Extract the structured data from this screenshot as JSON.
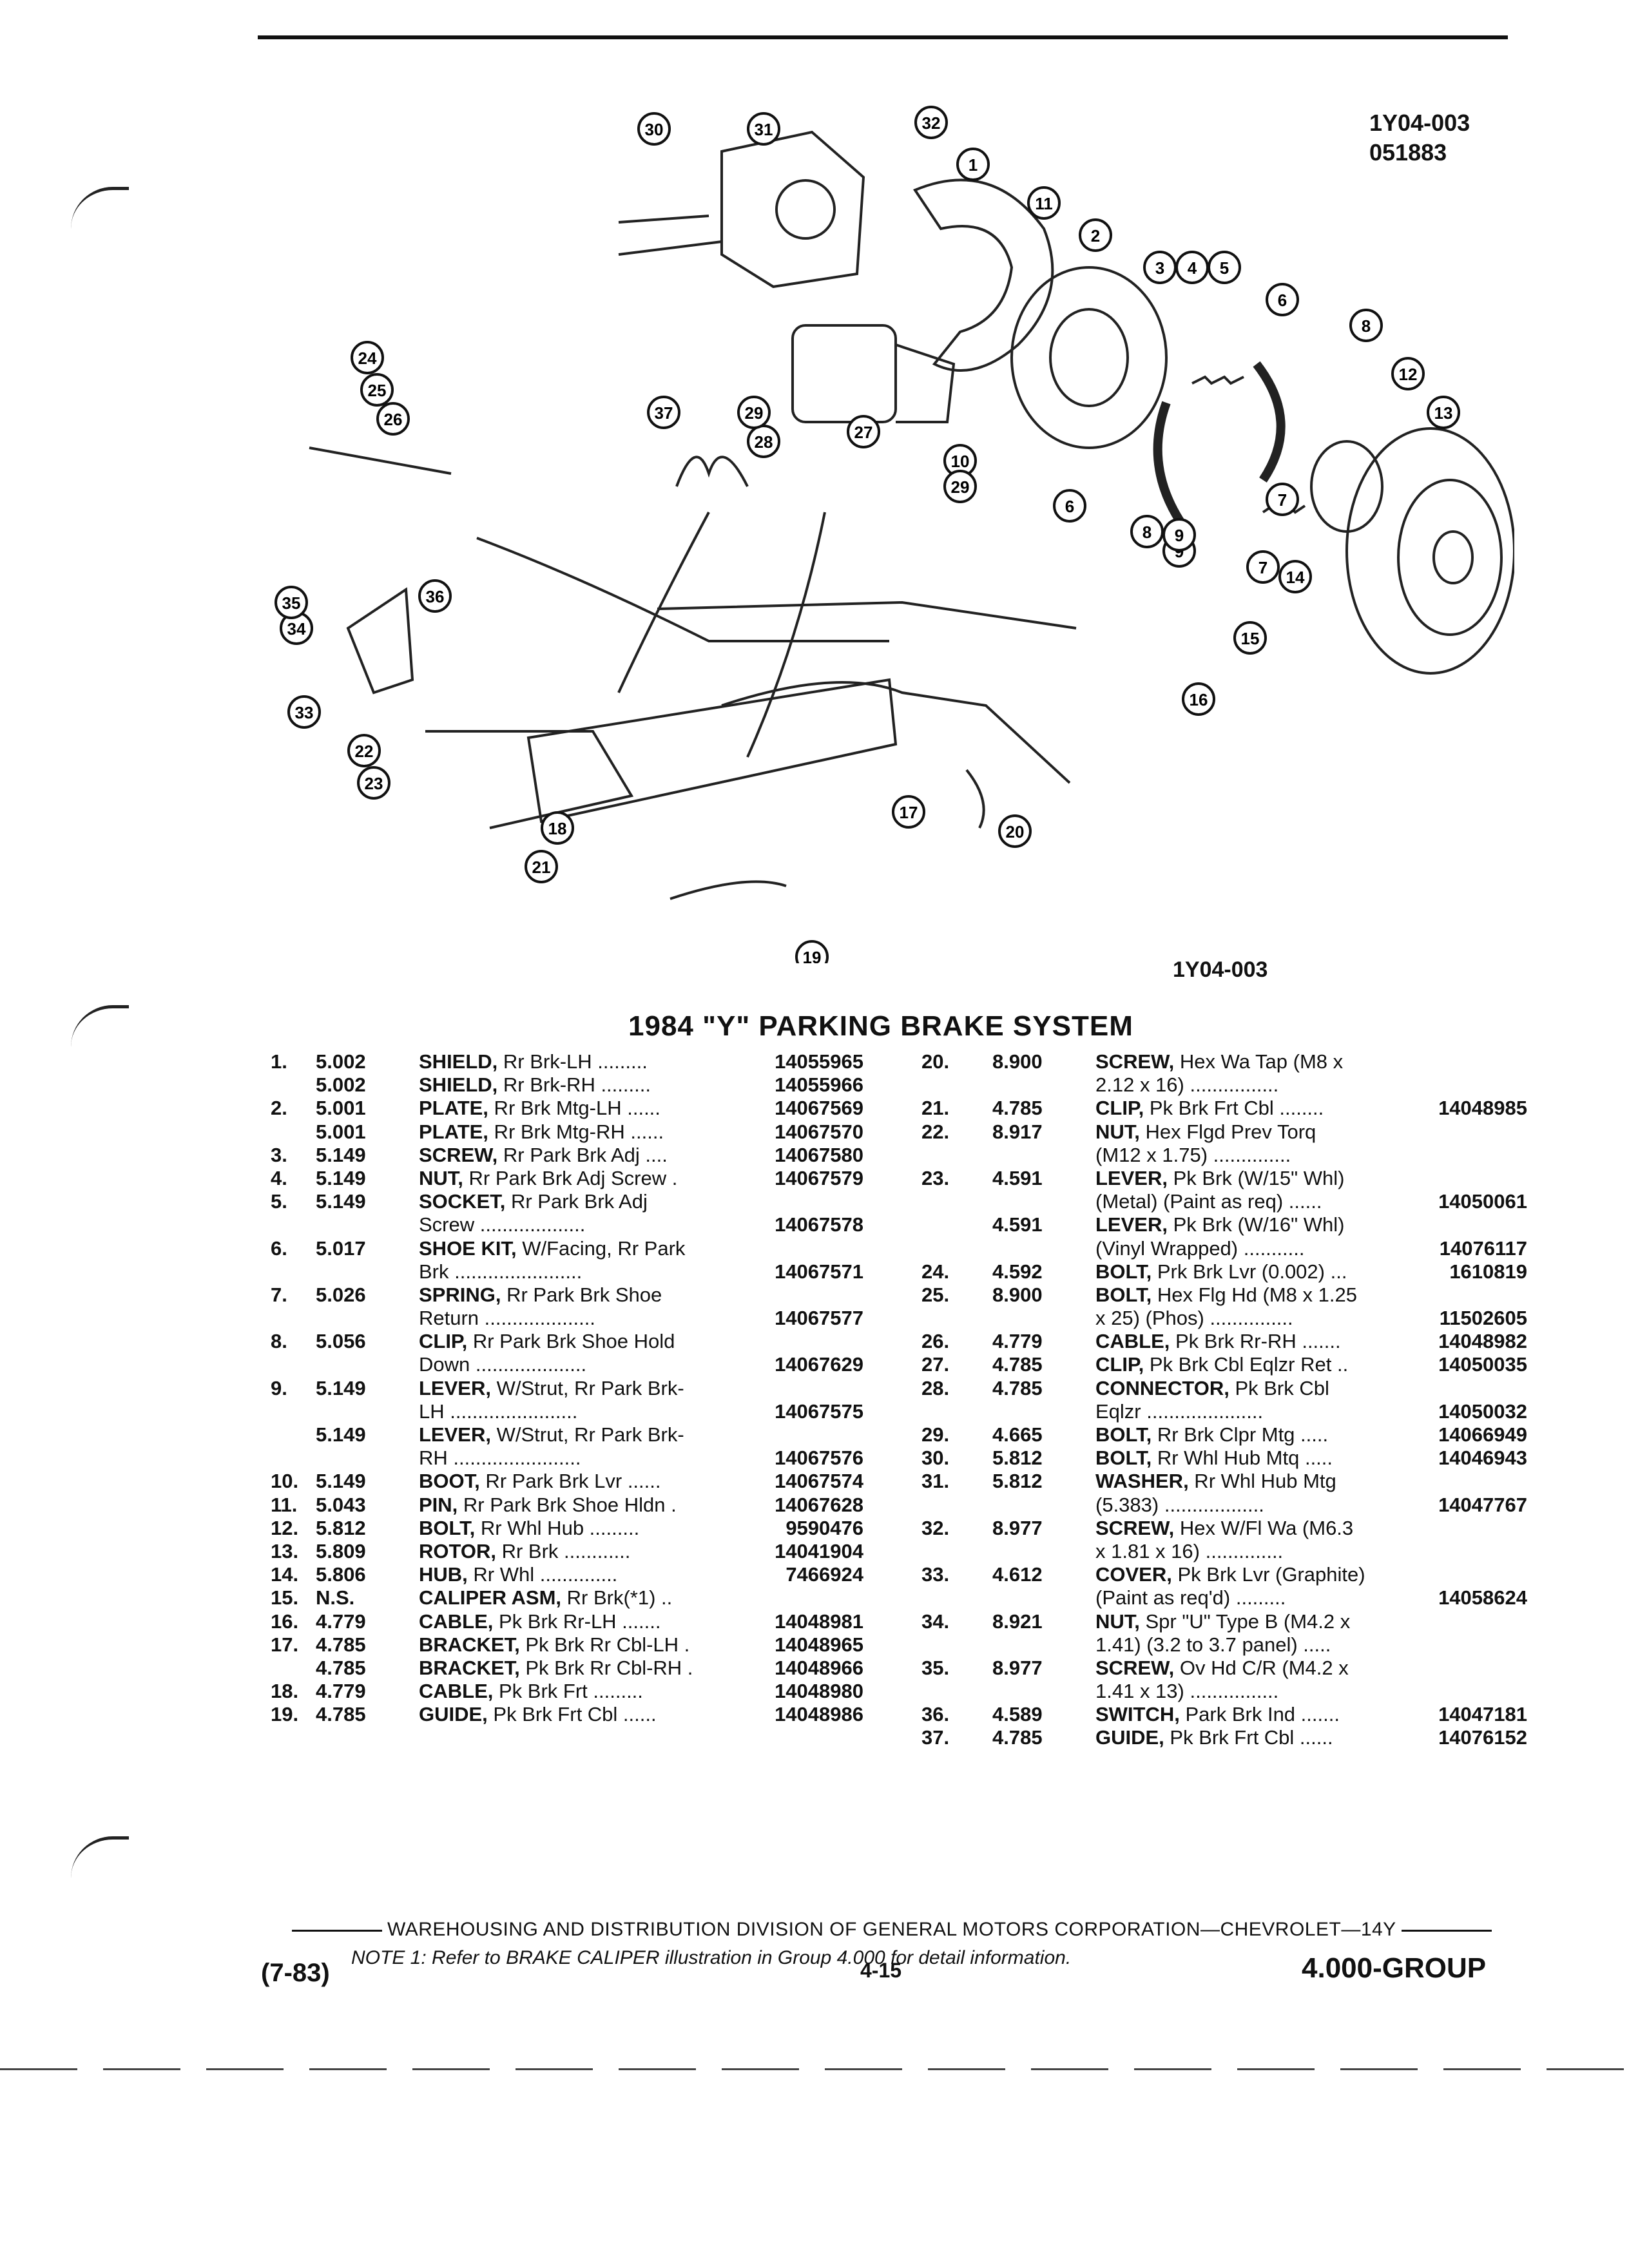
{
  "header": {
    "code_top": "1Y04-003",
    "code_date": "051883",
    "code_mid": "1Y04-003"
  },
  "callouts": [
    "1",
    "2",
    "3",
    "4",
    "5",
    "6",
    "6",
    "7",
    "7",
    "8",
    "8",
    "9",
    "9",
    "10",
    "11",
    "12",
    "13",
    "14",
    "15",
    "16",
    "17",
    "18",
    "19",
    "20",
    "21",
    "22",
    "23",
    "24",
    "25",
    "26",
    "27",
    "28",
    "29",
    "29",
    "30",
    "31",
    "32",
    "33",
    "34",
    "35",
    "36",
    "37"
  ],
  "title": "1984 \"Y\" PARKING BRAKE SYSTEM",
  "parts_left": [
    {
      "num": "1.",
      "grp": "5.002",
      "name": "SHIELD,",
      "desc": " Rr Brk-LH .........",
      "pn": "14055965"
    },
    {
      "num": "",
      "grp": "5.002",
      "name": "SHIELD,",
      "desc": " Rr Brk-RH .........",
      "pn": "14055966"
    },
    {
      "num": "2.",
      "grp": "5.001",
      "name": "PLATE,",
      "desc": " Rr Brk Mtg-LH ......",
      "pn": "14067569"
    },
    {
      "num": "",
      "grp": "5.001",
      "name": "PLATE,",
      "desc": " Rr Brk Mtg-RH ......",
      "pn": "14067570"
    },
    {
      "num": "3.",
      "grp": "5.149",
      "name": "SCREW,",
      "desc": " Rr Park Brk Adj ....",
      "pn": "14067580"
    },
    {
      "num": "4.",
      "grp": "5.149",
      "name": "NUT,",
      "desc": " Rr Park Brk Adj Screw .",
      "pn": "14067579"
    },
    {
      "num": "5.",
      "grp": "5.149",
      "name": "SOCKET,",
      "desc": " Rr Park Brk Adj",
      "pn": ""
    },
    {
      "num": "",
      "grp": "",
      "name": "",
      "desc": "Screw ...................",
      "pn": "14067578"
    },
    {
      "num": "6.",
      "grp": "5.017",
      "name": "SHOE KIT,",
      "desc": " W/Facing, Rr Park",
      "pn": ""
    },
    {
      "num": "",
      "grp": "",
      "name": "",
      "desc": "Brk .......................",
      "pn": "14067571"
    },
    {
      "num": "7.",
      "grp": "5.026",
      "name": "SPRING,",
      "desc": " Rr Park Brk Shoe",
      "pn": ""
    },
    {
      "num": "",
      "grp": "",
      "name": "",
      "desc": "Return ....................",
      "pn": "14067577"
    },
    {
      "num": "8.",
      "grp": "5.056",
      "name": "CLIP,",
      "desc": " Rr Park Brk Shoe Hold",
      "pn": ""
    },
    {
      "num": "",
      "grp": "",
      "name": "",
      "desc": "Down ....................",
      "pn": "14067629"
    },
    {
      "num": "9.",
      "grp": "5.149",
      "name": "LEVER,",
      "desc": " W/Strut, Rr Park Brk-",
      "pn": ""
    },
    {
      "num": "",
      "grp": "",
      "name": "",
      "desc": "LH .......................",
      "pn": "14067575"
    },
    {
      "num": "",
      "grp": "5.149",
      "name": "LEVER,",
      "desc": " W/Strut, Rr Park Brk-",
      "pn": ""
    },
    {
      "num": "",
      "grp": "",
      "name": "",
      "desc": "RH .......................",
      "pn": "14067576"
    },
    {
      "num": "10.",
      "grp": "5.149",
      "name": "BOOT,",
      "desc": " Rr Park Brk Lvr ......",
      "pn": "14067574"
    },
    {
      "num": "11.",
      "grp": "5.043",
      "name": "PIN,",
      "desc": " Rr Park Brk Shoe Hldn .",
      "pn": "14067628"
    },
    {
      "num": "12.",
      "grp": "5.812",
      "name": "BOLT,",
      "desc": " Rr Whl Hub .........",
      "pn": "9590476"
    },
    {
      "num": "13.",
      "grp": "5.809",
      "name": "ROTOR,",
      "desc": " Rr Brk ............",
      "pn": "14041904"
    },
    {
      "num": "14.",
      "grp": "5.806",
      "name": "HUB,",
      "desc": " Rr Whl ..............",
      "pn": "7466924"
    },
    {
      "num": "15.",
      "grp": "N.S.",
      "name": "CALIPER ASM,",
      "desc": " Rr Brk(*1) ..",
      "pn": ""
    },
    {
      "num": "16.",
      "grp": "4.779",
      "name": "CABLE,",
      "desc": " Pk Brk Rr-LH .......",
      "pn": "14048981"
    },
    {
      "num": "17.",
      "grp": "4.785",
      "name": "BRACKET,",
      "desc": " Pk Brk Rr Cbl-LH .",
      "pn": "14048965"
    },
    {
      "num": "",
      "grp": "4.785",
      "name": "BRACKET,",
      "desc": " Pk Brk Rr Cbl-RH .",
      "pn": "14048966"
    },
    {
      "num": "18.",
      "grp": "4.779",
      "name": "CABLE,",
      "desc": " Pk Brk Frt .........",
      "pn": "14048980"
    },
    {
      "num": "19.",
      "grp": "4.785",
      "name": "GUIDE,",
      "desc": " Pk Brk Frt Cbl ......",
      "pn": "14048986"
    }
  ],
  "parts_right": [
    {
      "num": "20.",
      "grp": "8.900",
      "name": "SCREW,",
      "desc": " Hex Wa Tap (M8 x",
      "pn": ""
    },
    {
      "num": "",
      "grp": "",
      "name": "",
      "desc": "2.12 x 16) ................",
      "pn": ""
    },
    {
      "num": "21.",
      "grp": "4.785",
      "name": "CLIP,",
      "desc": " Pk Brk Frt Cbl ........",
      "pn": "14048985"
    },
    {
      "num": "22.",
      "grp": "8.917",
      "name": "NUT,",
      "desc": " Hex Flgd Prev Torq",
      "pn": ""
    },
    {
      "num": "",
      "grp": "",
      "name": "",
      "desc": "(M12 x 1.75) ..............",
      "pn": ""
    },
    {
      "num": "23.",
      "grp": "4.591",
      "name": "LEVER,",
      "desc": " Pk Brk (W/15\" Whl)",
      "pn": ""
    },
    {
      "num": "",
      "grp": "",
      "name": "",
      "desc": "(Metal) (Paint as req) ......",
      "pn": "14050061"
    },
    {
      "num": "",
      "grp": "4.591",
      "name": "LEVER,",
      "desc": " Pk Brk (W/16\" Whl)",
      "pn": ""
    },
    {
      "num": "",
      "grp": "",
      "name": "",
      "desc": "(Vinyl Wrapped) ...........",
      "pn": "14076117"
    },
    {
      "num": "24.",
      "grp": "4.592",
      "name": "BOLT,",
      "desc": " Prk Brk Lvr (0.002) ...",
      "pn": "1610819"
    },
    {
      "num": "25.",
      "grp": "8.900",
      "name": "BOLT,",
      "desc": " Hex Flg Hd (M8 x 1.25",
      "pn": ""
    },
    {
      "num": "",
      "grp": "",
      "name": "",
      "desc": "x 25) (Phos) ...............",
      "pn": "11502605"
    },
    {
      "num": "26.",
      "grp": "4.779",
      "name": "CABLE,",
      "desc": " Pk Brk Rr-RH .......",
      "pn": "14048982"
    },
    {
      "num": "27.",
      "grp": "4.785",
      "name": "CLIP,",
      "desc": " Pk Brk Cbl Eqlzr Ret ..",
      "pn": "14050035"
    },
    {
      "num": "28.",
      "grp": "4.785",
      "name": "CONNECTOR,",
      "desc": " Pk Brk Cbl",
      "pn": ""
    },
    {
      "num": "",
      "grp": "",
      "name": "",
      "desc": "Eqlzr .....................",
      "pn": "14050032"
    },
    {
      "num": "29.",
      "grp": "4.665",
      "name": "BOLT,",
      "desc": " Rr Brk Clpr Mtg .....",
      "pn": "14066949"
    },
    {
      "num": "30.",
      "grp": "5.812",
      "name": "BOLT,",
      "desc": " Rr Whl Hub Mtq .....",
      "pn": "14046943"
    },
    {
      "num": "31.",
      "grp": "5.812",
      "name": "WASHER,",
      "desc": " Rr Whl Hub Mtg",
      "pn": ""
    },
    {
      "num": "",
      "grp": "",
      "name": "",
      "desc": "(5.383) ..................",
      "pn": "14047767"
    },
    {
      "num": "32.",
      "grp": "8.977",
      "name": "SCREW,",
      "desc": " Hex W/Fl Wa (M6.3",
      "pn": ""
    },
    {
      "num": "",
      "grp": "",
      "name": "",
      "desc": "x 1.81 x 16) ..............",
      "pn": ""
    },
    {
      "num": "33.",
      "grp": "4.612",
      "name": "COVER,",
      "desc": " Pk Brk Lvr (Graphite)",
      "pn": ""
    },
    {
      "num": "",
      "grp": "",
      "name": "",
      "desc": "(Paint as req'd) .........",
      "pn": "14058624"
    },
    {
      "num": "34.",
      "grp": "8.921",
      "name": "NUT,",
      "desc": " Spr \"U\" Type B (M4.2 x",
      "pn": ""
    },
    {
      "num": "",
      "grp": "",
      "name": "",
      "desc": "1.41) (3.2 to 3.7 panel) .....",
      "pn": ""
    },
    {
      "num": "35.",
      "grp": "8.977",
      "name": "SCREW,",
      "desc": " Ov Hd C/R (M4.2 x",
      "pn": ""
    },
    {
      "num": "",
      "grp": "",
      "name": "",
      "desc": "1.41 x 13) ................",
      "pn": ""
    },
    {
      "num": "36.",
      "grp": "4.589",
      "name": "SWITCH,",
      "desc": " Park Brk Ind .......",
      "pn": "14047181"
    },
    {
      "num": "37.",
      "grp": "4.785",
      "name": "GUIDE,",
      "desc": " Pk Brk Frt Cbl ......",
      "pn": "14076152"
    }
  ],
  "note": "NOTE 1: Refer to BRAKE CALIPER illustration in Group 4.000 for detail information.",
  "footer": {
    "corp": "WAREHOUSING AND DISTRIBUTION DIVISION OF GENERAL MOTORS CORPORATION—CHEVROLET—14Y",
    "date": "(7-83)",
    "page": "4-15",
    "group": "4.000-GROUP"
  }
}
